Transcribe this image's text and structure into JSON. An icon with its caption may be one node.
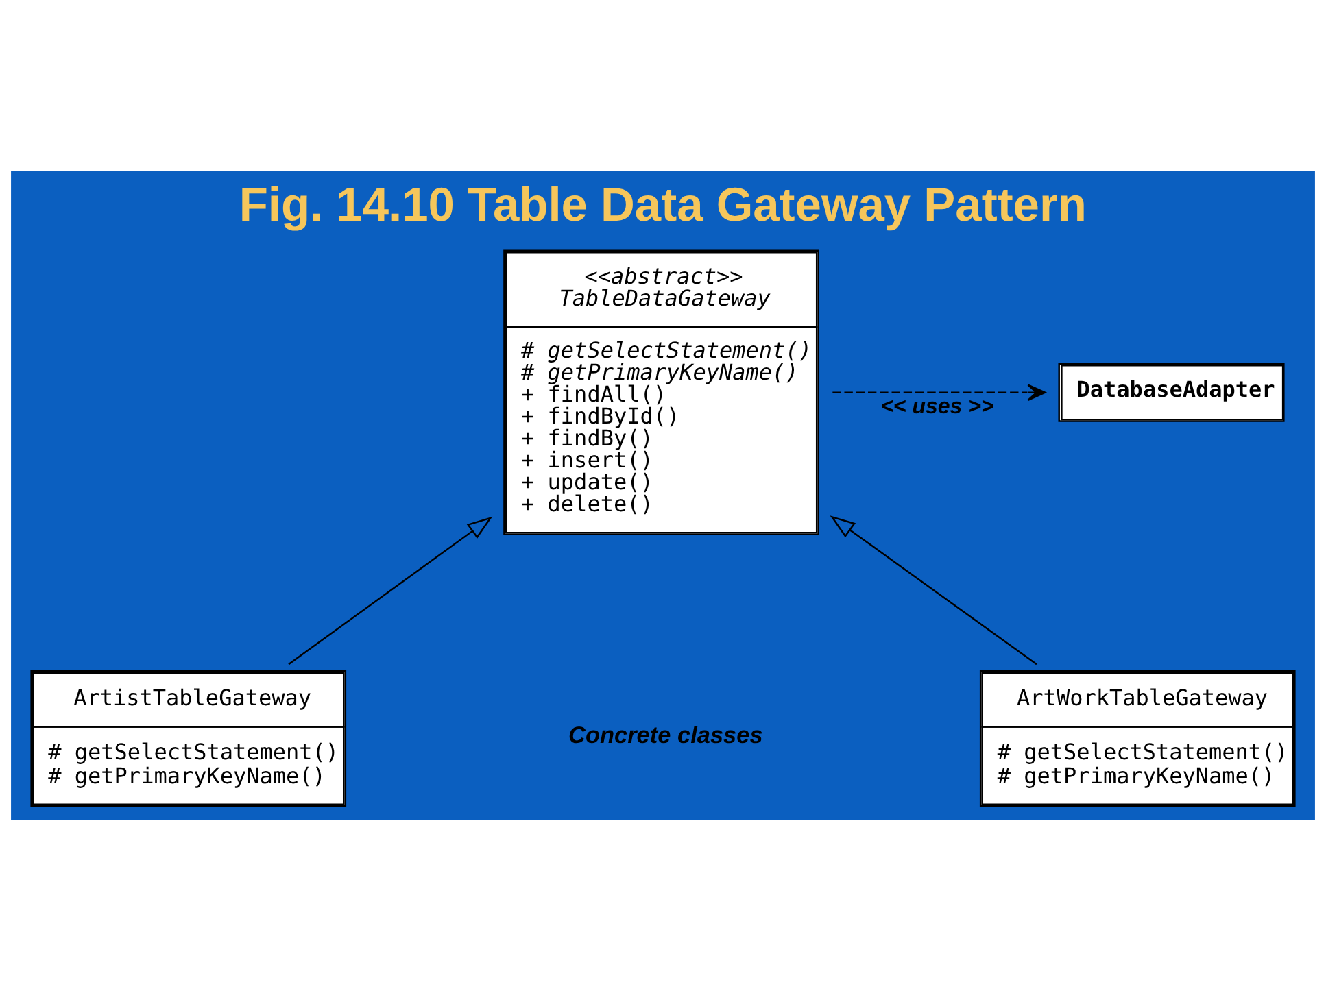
{
  "diagram": {
    "title": "Fig. 14.10 Table Data Gateway Pattern",
    "nodes": [
      {
        "text": [
          "<<abstract>>",
          "TableDataGateway",
          "# getSelectStatement()",
          "# getPrimaryKeyName()",
          "+ findAll()",
          "+ findById()",
          "+ findBy()",
          "+ insert()",
          "+ update()",
          "+ delete()"
        ]
      },
      {
        "text": [
          "DatabaseAdapter"
        ]
      },
      {
        "text": [
          "ArtistTableGateway",
          "# getSelectStatement()",
          "# getPrimaryKeyName()"
        ]
      },
      {
        "text": [
          "ArtWorkTableGateway",
          "# getSelectStatement()",
          "# getPrimaryKeyName()"
        ]
      }
    ],
    "edges": [
      {
        "from": 0,
        "to": 1,
        "arrow": "to",
        "label": "<< uses >>",
        "style": "dashed"
      },
      {
        "from": 2,
        "to": 0,
        "arrow": "to"
      },
      {
        "from": 3,
        "to": 0,
        "arrow": "to"
      }
    ],
    "labels": [
      "Concrete classes"
    ]
  }
}
